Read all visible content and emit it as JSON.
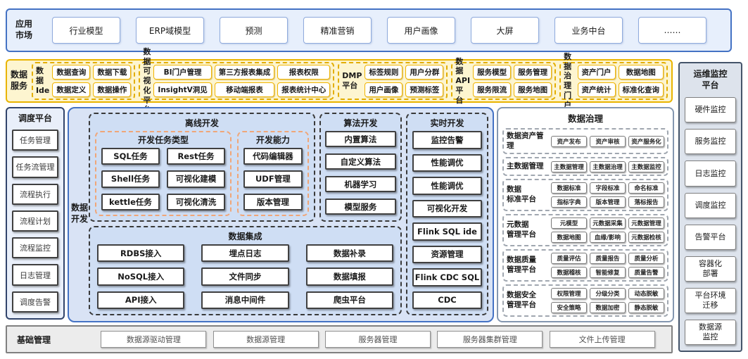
{
  "app_band": {
    "label": "应用\n市场",
    "items": [
      "行业模型",
      "ERP域模型",
      "预测",
      "精准营销",
      "用户画像",
      "大屏",
      "业务中台",
      "……"
    ]
  },
  "service_band": {
    "label": "数据\n服务",
    "groups": [
      {
        "label": "数据\nIde",
        "items": [
          "数据查询",
          "数据下载",
          "数据定义",
          "数据操作"
        ]
      },
      {
        "label": "数据可\n视化平台",
        "items": [
          "BI门户管理",
          "第三方报表集成",
          "报表权限",
          "InsightV洞见",
          "移动端报表",
          "报表统计中心"
        ]
      },
      {
        "label": "DMP\n平台",
        "items": [
          "标签规则",
          "用户分群",
          "用户画像",
          "预测标签"
        ]
      },
      {
        "label": "数据API\n平台",
        "items": [
          "服务模型",
          "服务管理",
          "服务限流",
          "服务地图"
        ]
      },
      {
        "label": "数据治理\n门户",
        "items": [
          "资产门户",
          "数据地图",
          "资产统计",
          "标准化查询"
        ]
      }
    ]
  },
  "scheduler": {
    "title": "调度平台",
    "items": [
      "任务管理",
      "任务流管理",
      "流程执行",
      "流程计划",
      "流程监控",
      "日志管理",
      "调度告警"
    ]
  },
  "ops": {
    "title": "运维监控\n平台",
    "items": [
      "硬件监控",
      "服务监控",
      "日志监控",
      "调度监控",
      "告警平台",
      "容器化\n部署",
      "平台环境\n迁移",
      "数据源\n监控"
    ]
  },
  "dev": {
    "label": "数据\n开发",
    "offline": {
      "title": "离线开发",
      "task_types": {
        "title": "开发任务类型",
        "items": [
          "SQL任务",
          "Rest任务",
          "Shell任务",
          "可视化建模",
          "kettle任务",
          "可视化清洗"
        ]
      },
      "capabilities": {
        "title": "开发能力",
        "items": [
          "代码编辑器",
          "UDF管理",
          "版本管理"
        ]
      }
    },
    "algorithm": {
      "title": "算法开发",
      "items": [
        "内置算法",
        "自定义算法",
        "机器学习",
        "模型服务"
      ]
    },
    "realtime": {
      "title": "实时开发",
      "items": [
        "监控告警",
        "性能调优",
        "性能调优",
        "可视化开发",
        "Flink SQL ide",
        "资源管理",
        "Flink CDC SQL",
        "CDC"
      ]
    },
    "integration": {
      "title": "数据集成",
      "items": [
        "RDBS接入",
        "埋点日志",
        "数据补录",
        "NoSQL接入",
        "文件同步",
        "数据填报",
        "API接入",
        "消息中间件",
        "爬虫平台"
      ]
    }
  },
  "governance": {
    "title": "数据治理",
    "sections": [
      {
        "label": "数据资产管理",
        "items": [
          "资产发布",
          "资产审核",
          "资产服务化"
        ]
      },
      {
        "label": "主数据管理",
        "items": [
          "主数据管理",
          "主数据治理",
          "主数据监控"
        ]
      },
      {
        "label": "数据\n标准平台",
        "items": [
          "数据标准",
          "字段标准",
          "命名标准",
          "指标字典",
          "版本管理",
          "落标报告"
        ]
      },
      {
        "label": "元数据\n管理平台",
        "items": [
          "元模型",
          "元数据采集",
          "元数据管理",
          "数据地图",
          "血缘/影响",
          "元数据检核"
        ]
      },
      {
        "label": "数据质量\n管理平台",
        "items": [
          "质量评估",
          "质量报告",
          "质量分析",
          "数据稽核",
          "智能修复",
          "质量告警"
        ]
      },
      {
        "label": "数据安全\n管理平台",
        "items": [
          "权限管理",
          "分级分类",
          "动态脱敏",
          "安全策略",
          "数据加密",
          "静态脱敏"
        ]
      }
    ]
  },
  "base": {
    "label": "基础管理",
    "items": [
      "数据源驱动管理",
      "数据源管理",
      "服务器管理",
      "服务器集群管理",
      "文件上传管理"
    ]
  },
  "colors": {
    "blue_border": "#4472c4",
    "blue_fill": "#e7effc",
    "dev_fill": "#d9e3f5",
    "gold_border": "#e9b400",
    "cream_fill": "#fdf5d0",
    "salmon_dashed": "#f0a678",
    "slate_border": "#44546a",
    "ops_fill": "#dde3ec",
    "gov_border": "#8497b0",
    "base_fill": "#ececec"
  }
}
